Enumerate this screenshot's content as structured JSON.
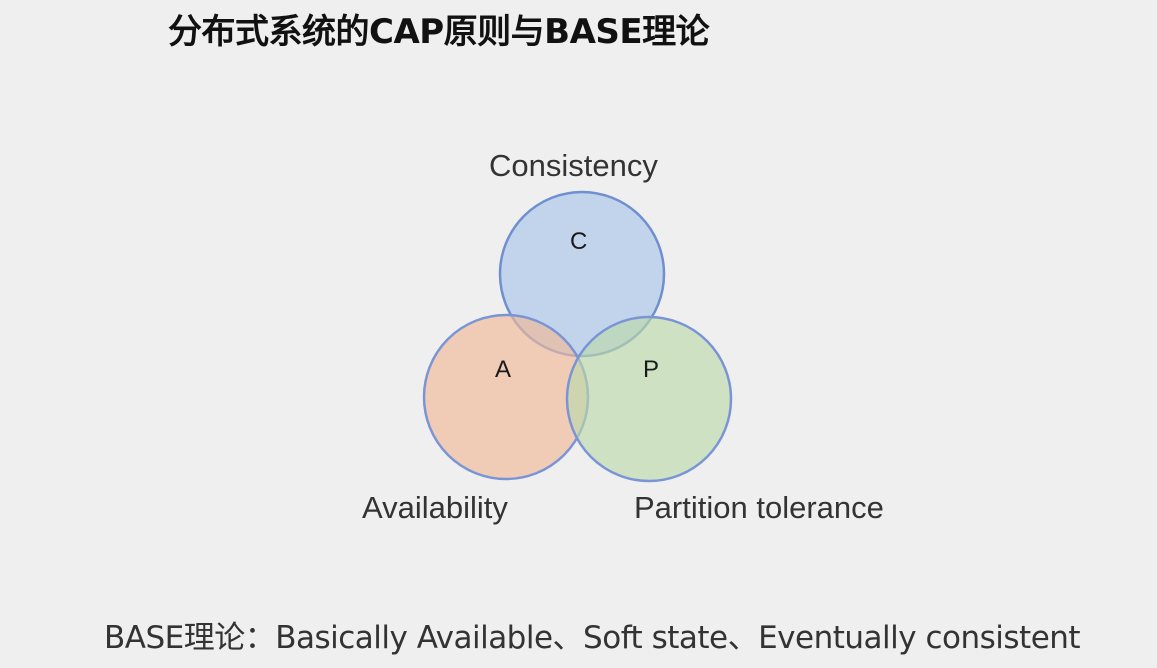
{
  "title": "分布式系统的CAP原则与BASE理论",
  "venn": {
    "circles": [
      {
        "key": "C",
        "letter": "C",
        "term": "Consistency",
        "fill": "#a9c4e8",
        "stroke": "#6f8fd0"
      },
      {
        "key": "A",
        "letter": "A",
        "term": "Availability",
        "fill": "#f0b898",
        "stroke": "#7a95d6"
      },
      {
        "key": "P",
        "letter": "P",
        "term": "Partition tolerance",
        "fill": "#bcd8a9",
        "stroke": "#7a95d6"
      }
    ]
  },
  "base": {
    "text": "BASE理论：Basically Available、Soft state、Eventually consistent"
  },
  "colors": {
    "background": "#efefef"
  }
}
